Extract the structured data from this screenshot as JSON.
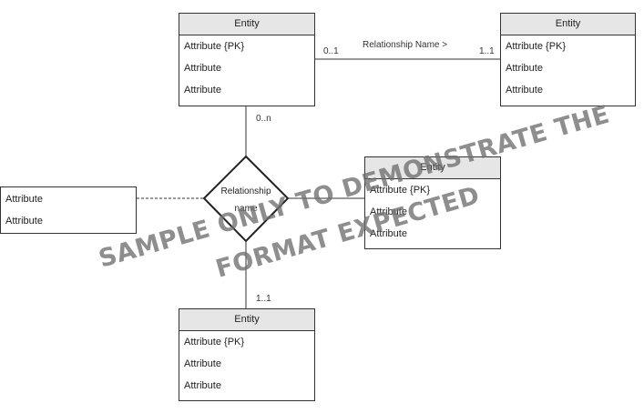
{
  "entities": {
    "top_left": {
      "title": "Entity",
      "attributes": [
        "Attribute {PK}",
        "Attribute",
        "Attribute"
      ]
    },
    "top_right": {
      "title": "Entity",
      "attributes": [
        "Attribute {PK}",
        "Attribute",
        "Attribute"
      ]
    },
    "middle_right": {
      "title": "Entity",
      "attributes": [
        "Attribute {PK}",
        "Attribute",
        "Attribute"
      ]
    },
    "bottom": {
      "title": "Entity",
      "attributes": [
        "Attribute {PK}",
        "Attribute",
        "Attribute"
      ]
    }
  },
  "relationship_attributes": [
    "Attribute",
    "Attribute"
  ],
  "relationship_diamond": {
    "line1": "Relationship",
    "line2": "name"
  },
  "top_relationship": {
    "name": "Relationship Name >",
    "left_cardinality": "0..1",
    "right_cardinality": "1..1"
  },
  "cardinalities": {
    "upper": "0..n",
    "lower": "1..1"
  },
  "watermark": {
    "line1": "SAMPLE ONLY TO DEMONSTRATE THE",
    "line2": "FORMAT EXPECTED"
  }
}
